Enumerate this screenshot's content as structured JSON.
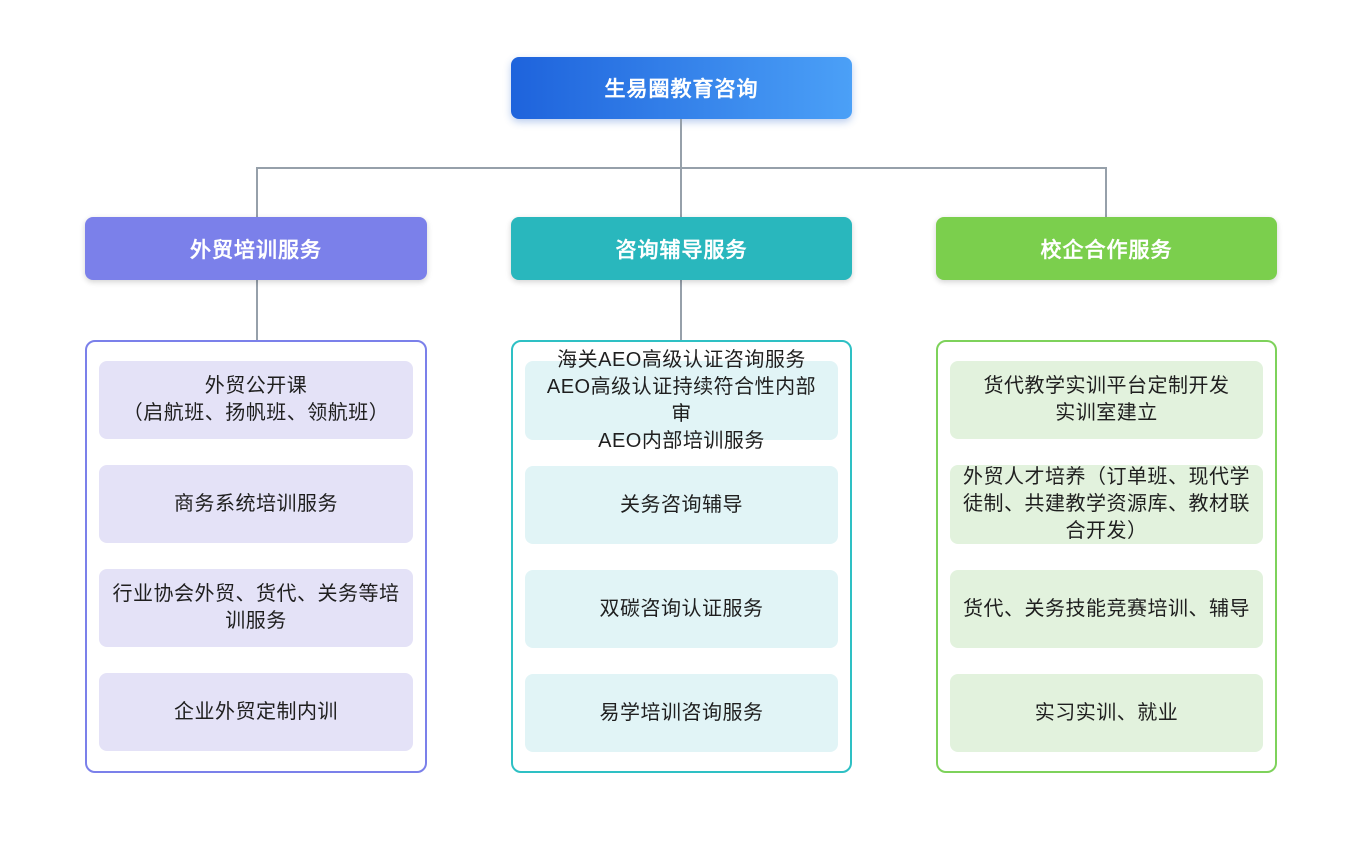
{
  "diagram": {
    "connector_color": "#96A0AA",
    "root": {
      "label": "生易圈教育咨询",
      "gradient_from": "#1E63DC",
      "gradient_to": "#4BA0F7",
      "text_color": "#FFFFFF"
    },
    "branches": [
      {
        "label": "外贸培训服务",
        "header_color": "#7B80EA",
        "border_color": "#7B80EA",
        "item_bg": "#E4E2F7",
        "items": [
          "外贸公开课\n（启航班、扬帆班、领航班）",
          "商务系统培训服务",
          "行业协会外贸、货代、关务等培训服务",
          "企业外贸定制内训"
        ]
      },
      {
        "label": "咨询辅导服务",
        "header_color": "#29B7BD",
        "border_color": "#2EC0C4",
        "item_bg": "#E1F4F6",
        "items": [
          "海关AEO高级认证咨询服务\nAEO高级认证持续符合性内部审\nAEO内部培训服务",
          "关务咨询辅导",
          "双碳咨询认证服务",
          "易学培训咨询服务"
        ]
      },
      {
        "label": "校企合作服务",
        "header_color": "#7BCF4D",
        "border_color": "#7ED25B",
        "item_bg": "#E2F2DD",
        "items": [
          "货代教学实训平台定制开发\n实训室建立",
          "外贸人才培养（订单班、现代学徒制、共建教学资源库、教材联合开发）",
          "货代、关务技能竞赛培训、辅导",
          "实习实训、就业"
        ]
      }
    ]
  }
}
